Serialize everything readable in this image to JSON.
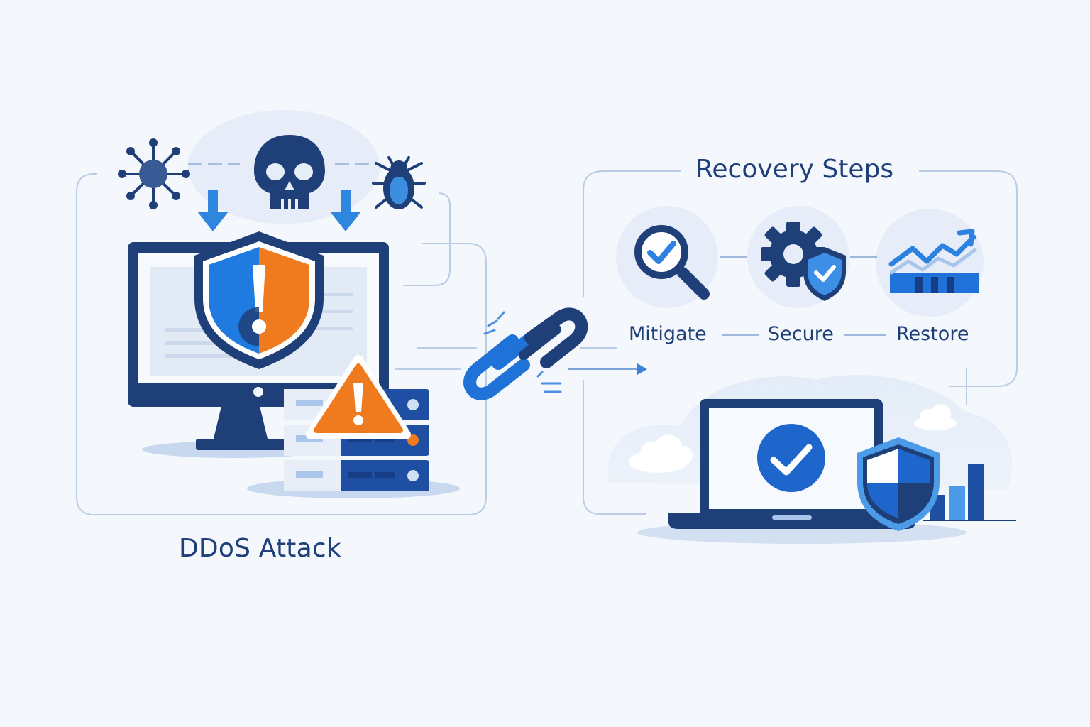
{
  "attack": {
    "title": "DDoS Attack"
  },
  "recovery": {
    "title": "Recovery Steps",
    "steps": [
      {
        "label": "Mitigate",
        "icon": "magnifier-check-icon"
      },
      {
        "label": "Secure",
        "icon": "gear-shield-icon"
      },
      {
        "label": "Restore",
        "icon": "trend-chart-icon"
      }
    ]
  },
  "palette": {
    "navy": "#1f3f78",
    "blue": "#1f74d6",
    "light_blue": "#4c9be8",
    "orange": "#f07a1e",
    "panel_line": "#b9cde6",
    "background": "#f4f7fb"
  }
}
